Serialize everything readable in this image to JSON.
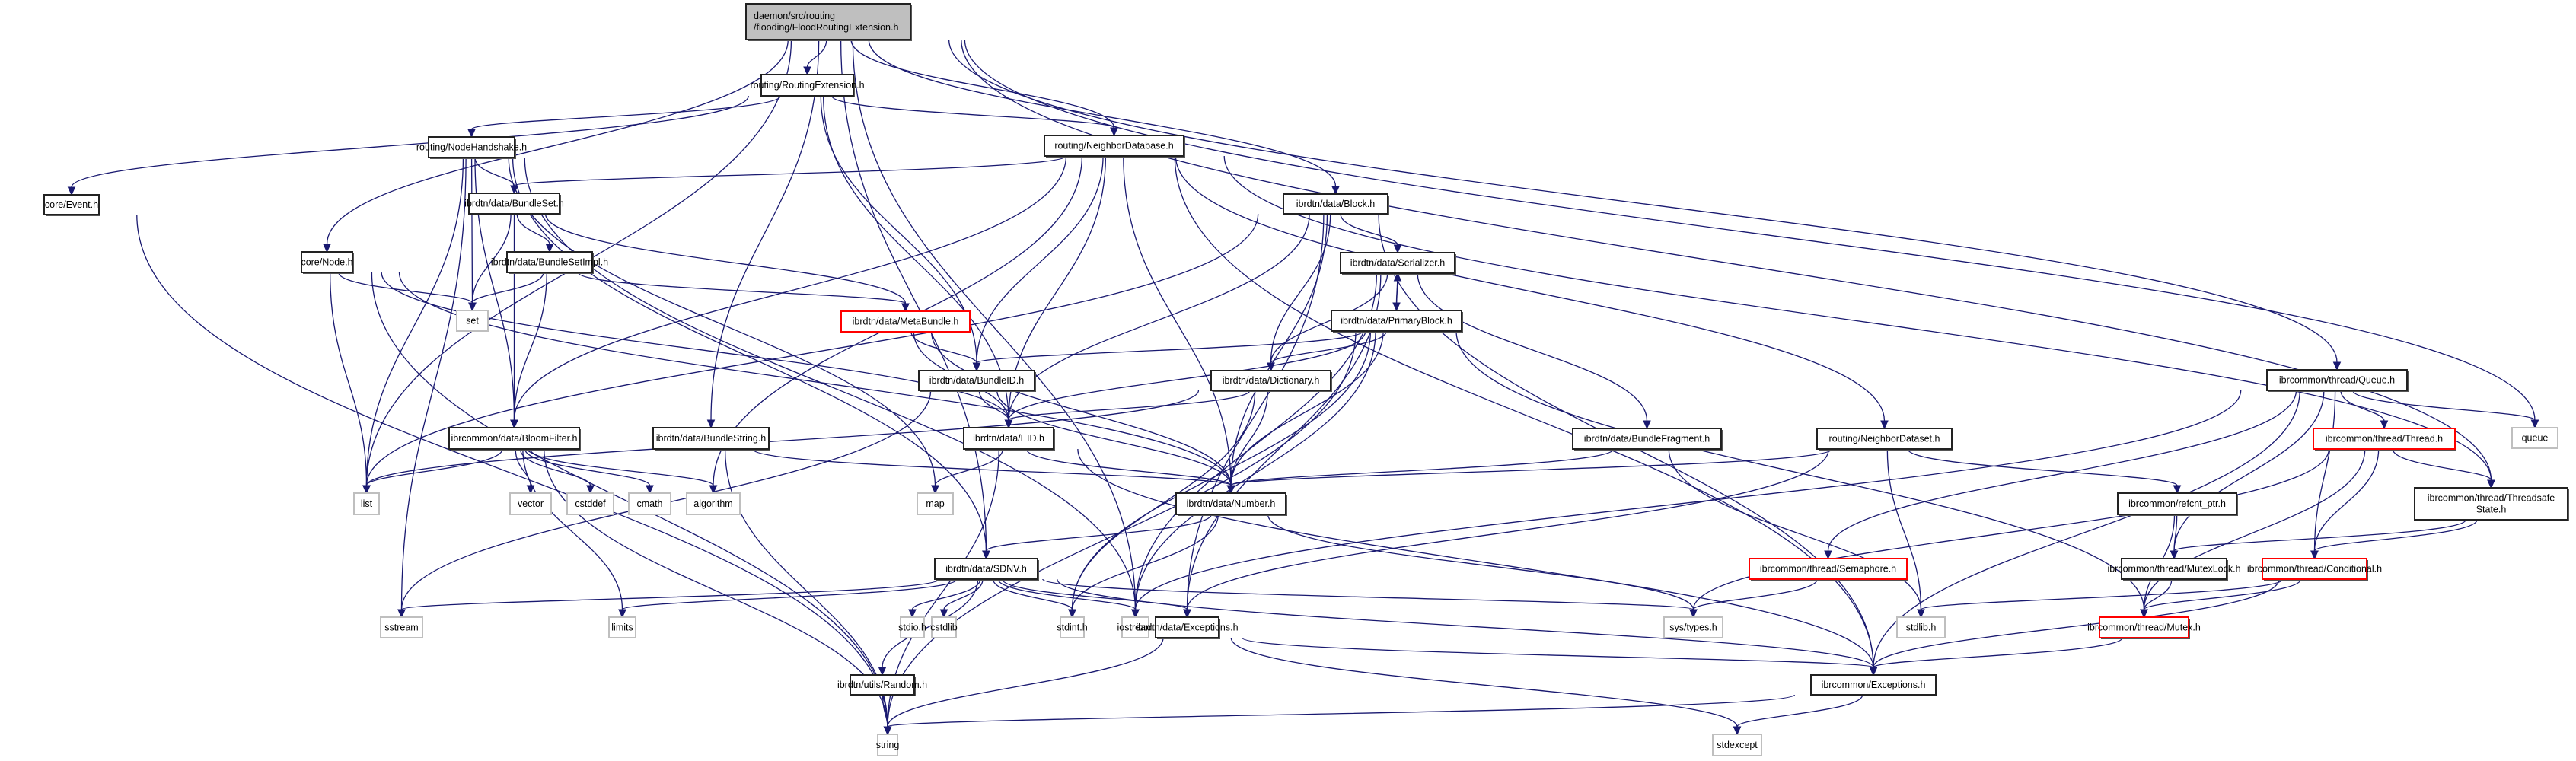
{
  "diagram": {
    "title": "Include dependency graph for daemon/src/routing/flooding/FloodRoutingExtension.h",
    "colors": {
      "edge": "#191970",
      "root_fill": "#bfbfbf",
      "project_border": "#222222",
      "truncated_border": "#ff0000",
      "external_border": "#bfbfbf"
    },
    "nodes": [
      {
        "id": "root",
        "lines": [
          "daemon/src/routing",
          "/flooding/FloodRoutingExtension.h"
        ],
        "kind": "root"
      },
      {
        "id": "routingext",
        "lines": [
          "routing/RoutingExtension.h"
        ],
        "kind": "project"
      },
      {
        "id": "nodehandshake",
        "lines": [
          "routing/NodeHandshake.h"
        ],
        "kind": "project"
      },
      {
        "id": "neighbordb",
        "lines": [
          "routing/NeighborDatabase.h"
        ],
        "kind": "project"
      },
      {
        "id": "event",
        "lines": [
          "core/Event.h"
        ],
        "kind": "project"
      },
      {
        "id": "bundleset",
        "lines": [
          "ibrdtn/data/BundleSet.h"
        ],
        "kind": "project"
      },
      {
        "id": "block",
        "lines": [
          "ibrdtn/data/Block.h"
        ],
        "kind": "project"
      },
      {
        "id": "node",
        "lines": [
          "core/Node.h"
        ],
        "kind": "project"
      },
      {
        "id": "bundlesetimpl",
        "lines": [
          "ibrdtn/data/BundleSetImpl.h"
        ],
        "kind": "project"
      },
      {
        "id": "serializer",
        "lines": [
          "ibrdtn/data/Serializer.h"
        ],
        "kind": "project"
      },
      {
        "id": "set",
        "lines": [
          "set"
        ],
        "kind": "external"
      },
      {
        "id": "metabundle",
        "lines": [
          "ibrdtn/data/MetaBundle.h"
        ],
        "kind": "truncated"
      },
      {
        "id": "primaryblock",
        "lines": [
          "ibrdtn/data/PrimaryBlock.h"
        ],
        "kind": "project"
      },
      {
        "id": "bundleid",
        "lines": [
          "ibrdtn/data/BundleID.h"
        ],
        "kind": "project"
      },
      {
        "id": "dictionary",
        "lines": [
          "ibrdtn/data/Dictionary.h"
        ],
        "kind": "project"
      },
      {
        "id": "queue",
        "lines": [
          "ibrcommon/thread/Queue.h"
        ],
        "kind": "project"
      },
      {
        "id": "queuestd",
        "lines": [
          "queue"
        ],
        "kind": "external"
      },
      {
        "id": "bloomfilter",
        "lines": [
          "ibrcommon/data/BloomFilter.h"
        ],
        "kind": "project"
      },
      {
        "id": "bundlestring",
        "lines": [
          "ibrdtn/data/BundleString.h"
        ],
        "kind": "project"
      },
      {
        "id": "eid",
        "lines": [
          "ibrdtn/data/EID.h"
        ],
        "kind": "project"
      },
      {
        "id": "bundlefragment",
        "lines": [
          "ibrdtn/data/BundleFragment.h"
        ],
        "kind": "project"
      },
      {
        "id": "neighbords",
        "lines": [
          "routing/NeighborDataset.h"
        ],
        "kind": "project"
      },
      {
        "id": "thread",
        "lines": [
          "ibrcommon/thread/Thread.h"
        ],
        "kind": "truncated"
      },
      {
        "id": "list",
        "lines": [
          "list"
        ],
        "kind": "external"
      },
      {
        "id": "vector",
        "lines": [
          "vector"
        ],
        "kind": "external"
      },
      {
        "id": "cstddef",
        "lines": [
          "cstddef"
        ],
        "kind": "external"
      },
      {
        "id": "cmath",
        "lines": [
          "cmath"
        ],
        "kind": "external"
      },
      {
        "id": "algorithm",
        "lines": [
          "algorithm"
        ],
        "kind": "external"
      },
      {
        "id": "map",
        "lines": [
          "map"
        ],
        "kind": "external"
      },
      {
        "id": "number",
        "lines": [
          "ibrdtn/data/Number.h"
        ],
        "kind": "project"
      },
      {
        "id": "refcnt",
        "lines": [
          "ibrcommon/refcnt_ptr.h"
        ],
        "kind": "project"
      },
      {
        "id": "threadsafe",
        "lines": [
          "ibrcommon/thread/Threadsafe",
          "State.h"
        ],
        "kind": "project"
      },
      {
        "id": "sdnv",
        "lines": [
          "ibrdtn/data/SDNV.h"
        ],
        "kind": "project"
      },
      {
        "id": "semaphore",
        "lines": [
          "ibrcommon/thread/Semaphore.h"
        ],
        "kind": "truncated"
      },
      {
        "id": "mutexlock",
        "lines": [
          "ibrcommon/thread/MutexLock.h"
        ],
        "kind": "project"
      },
      {
        "id": "conditional",
        "lines": [
          "ibrcommon/thread/Conditional.h"
        ],
        "kind": "truncated"
      },
      {
        "id": "sstream",
        "lines": [
          "sstream"
        ],
        "kind": "external"
      },
      {
        "id": "limits",
        "lines": [
          "limits"
        ],
        "kind": "external"
      },
      {
        "id": "stdio",
        "lines": [
          "stdio.h"
        ],
        "kind": "external"
      },
      {
        "id": "cstdlib",
        "lines": [
          "cstdlib"
        ],
        "kind": "external"
      },
      {
        "id": "stdint",
        "lines": [
          "stdint.h"
        ],
        "kind": "external"
      },
      {
        "id": "iostream",
        "lines": [
          "iostream"
        ],
        "kind": "external"
      },
      {
        "id": "dtnexceptions",
        "lines": [
          "ibrdtn/data/Exceptions.h"
        ],
        "kind": "project"
      },
      {
        "id": "systypes",
        "lines": [
          "sys/types.h"
        ],
        "kind": "external"
      },
      {
        "id": "stdlib",
        "lines": [
          "stdlib.h"
        ],
        "kind": "external"
      },
      {
        "id": "mutex",
        "lines": [
          "ibrcommon/thread/Mutex.h"
        ],
        "kind": "truncated"
      },
      {
        "id": "random",
        "lines": [
          "ibrdtn/utils/Random.h"
        ],
        "kind": "project"
      },
      {
        "id": "commonexceptions",
        "lines": [
          "ibrcommon/Exceptions.h"
        ],
        "kind": "project"
      },
      {
        "id": "string",
        "lines": [
          "string"
        ],
        "kind": "external"
      },
      {
        "id": "stdexcept",
        "lines": [
          "stdexcept"
        ],
        "kind": "external"
      }
    ],
    "edges": [
      [
        "root",
        "routingext"
      ],
      [
        "root",
        "neighbordb"
      ],
      [
        "root",
        "node"
      ],
      [
        "root",
        "block"
      ],
      [
        "root",
        "queue"
      ],
      [
        "root",
        "queuestd"
      ],
      [
        "root",
        "list"
      ],
      [
        "root",
        "sdnv"
      ],
      [
        "root",
        "bundlestring"
      ],
      [
        "root",
        "iostream"
      ],
      [
        "root",
        "threadsafe"
      ],
      [
        "routingext",
        "nodehandshake"
      ],
      [
        "routingext",
        "neighbordb"
      ],
      [
        "routingext",
        "event"
      ],
      [
        "routingext",
        "bundleid"
      ],
      [
        "routingext",
        "eid"
      ],
      [
        "nodehandshake",
        "bundleset"
      ],
      [
        "nodehandshake",
        "set"
      ],
      [
        "nodehandshake",
        "list"
      ],
      [
        "nodehandshake",
        "sstream"
      ],
      [
        "nodehandshake",
        "map"
      ],
      [
        "nodehandshake",
        "sdnv"
      ],
      [
        "nodehandshake",
        "iostream"
      ],
      [
        "nodehandshake",
        "bloomfilter"
      ],
      [
        "neighbordb",
        "bundleset"
      ],
      [
        "neighbordb",
        "bundleid"
      ],
      [
        "neighbordb",
        "eid"
      ],
      [
        "neighbordb",
        "neighbords"
      ],
      [
        "neighbordb",
        "bloomfilter"
      ],
      [
        "neighbordb",
        "number"
      ],
      [
        "neighbordb",
        "commonexceptions"
      ],
      [
        "neighbordb",
        "threadsafe"
      ],
      [
        "neighbordb",
        "algorithm"
      ],
      [
        "event",
        "string"
      ],
      [
        "bundleset",
        "bundlesetimpl"
      ],
      [
        "bundleset",
        "metabundle"
      ],
      [
        "bundleset",
        "set"
      ],
      [
        "bundleset",
        "bloomfilter"
      ],
      [
        "block",
        "serializer"
      ],
      [
        "block",
        "dictionary"
      ],
      [
        "block",
        "eid"
      ],
      [
        "block",
        "number"
      ],
      [
        "block",
        "list"
      ],
      [
        "block",
        "dtnexceptions"
      ],
      [
        "block",
        "commonexceptions"
      ],
      [
        "node",
        "set"
      ],
      [
        "node",
        "list"
      ],
      [
        "node",
        "string"
      ],
      [
        "node",
        "eid"
      ],
      [
        "node",
        "number"
      ],
      [
        "bundlesetimpl",
        "set"
      ],
      [
        "bundlesetimpl",
        "metabundle"
      ],
      [
        "bundlesetimpl",
        "bloomfilter"
      ],
      [
        "serializer",
        "primaryblock"
      ],
      [
        "serializer",
        "dictionary"
      ],
      [
        "serializer",
        "bundlefragment"
      ],
      [
        "serializer",
        "dtnexceptions"
      ],
      [
        "serializer",
        "iostream"
      ],
      [
        "metabundle",
        "bundleid"
      ],
      [
        "metabundle",
        "eid"
      ],
      [
        "metabundle",
        "number"
      ],
      [
        "primaryblock",
        "serializer"
      ],
      [
        "primaryblock",
        "dictionary"
      ],
      [
        "primaryblock",
        "bundleid"
      ],
      [
        "primaryblock",
        "eid"
      ],
      [
        "primaryblock",
        "number"
      ],
      [
        "primaryblock",
        "string"
      ],
      [
        "primaryblock",
        "stdint"
      ],
      [
        "primaryblock",
        "iostream"
      ],
      [
        "primaryblock",
        "mutex"
      ],
      [
        "bundleid",
        "eid"
      ],
      [
        "bundleid",
        "number"
      ],
      [
        "bundleid",
        "sstream"
      ],
      [
        "dictionary",
        "eid"
      ],
      [
        "dictionary",
        "number"
      ],
      [
        "dictionary",
        "list"
      ],
      [
        "dictionary",
        "stdint"
      ],
      [
        "queue",
        "thread"
      ],
      [
        "queue",
        "queuestd"
      ],
      [
        "queue",
        "mutexlock"
      ],
      [
        "queue",
        "conditional"
      ],
      [
        "queue",
        "semaphore"
      ],
      [
        "queue",
        "commonexceptions"
      ],
      [
        "queue",
        "iostream"
      ],
      [
        "bloomfilter",
        "list"
      ],
      [
        "bloomfilter",
        "vector"
      ],
      [
        "bloomfilter",
        "cstddef"
      ],
      [
        "bloomfilter",
        "cmath"
      ],
      [
        "bloomfilter",
        "algorithm"
      ],
      [
        "bloomfilter",
        "string"
      ],
      [
        "bloomfilter",
        "limits"
      ],
      [
        "bundlestring",
        "string"
      ],
      [
        "bundlestring",
        "number"
      ],
      [
        "eid",
        "map"
      ],
      [
        "eid",
        "number"
      ],
      [
        "eid",
        "string"
      ],
      [
        "eid",
        "commonexceptions"
      ],
      [
        "bundlefragment",
        "number"
      ],
      [
        "bundlefragment",
        "stdlib"
      ],
      [
        "neighbords",
        "number"
      ],
      [
        "neighbords",
        "refcnt"
      ],
      [
        "neighbords",
        "stdlib"
      ],
      [
        "neighbords",
        "dtnexceptions"
      ],
      [
        "thread",
        "threadsafe"
      ],
      [
        "thread",
        "mutex"
      ],
      [
        "thread",
        "conditional"
      ],
      [
        "thread",
        "systypes"
      ],
      [
        "number",
        "sdnv"
      ],
      [
        "number",
        "stdint"
      ],
      [
        "number",
        "systypes"
      ],
      [
        "refcnt",
        "mutexlock"
      ],
      [
        "refcnt",
        "mutex"
      ],
      [
        "threadsafe",
        "mutexlock"
      ],
      [
        "threadsafe",
        "conditional"
      ],
      [
        "sdnv",
        "stdio"
      ],
      [
        "sdnv",
        "cstdlib"
      ],
      [
        "sdnv",
        "stdint"
      ],
      [
        "sdnv",
        "iostream"
      ],
      [
        "sdnv",
        "dtnexceptions"
      ],
      [
        "sdnv",
        "systypes"
      ],
      [
        "sdnv",
        "random"
      ],
      [
        "sdnv",
        "sstream"
      ],
      [
        "sdnv",
        "limits"
      ],
      [
        "sdnv",
        "commonexceptions"
      ],
      [
        "semaphore",
        "systypes"
      ],
      [
        "mutexlock",
        "mutex"
      ],
      [
        "conditional",
        "mutex"
      ],
      [
        "conditional",
        "stdlib"
      ],
      [
        "conditional",
        "commonexceptions"
      ],
      [
        "dtnexceptions",
        "string"
      ],
      [
        "dtnexceptions",
        "stdexcept"
      ],
      [
        "dtnexceptions",
        "commonexceptions"
      ],
      [
        "mutex",
        "commonexceptions"
      ],
      [
        "random",
        "string"
      ],
      [
        "commonexceptions",
        "string"
      ],
      [
        "commonexceptions",
        "stdexcept"
      ]
    ]
  }
}
